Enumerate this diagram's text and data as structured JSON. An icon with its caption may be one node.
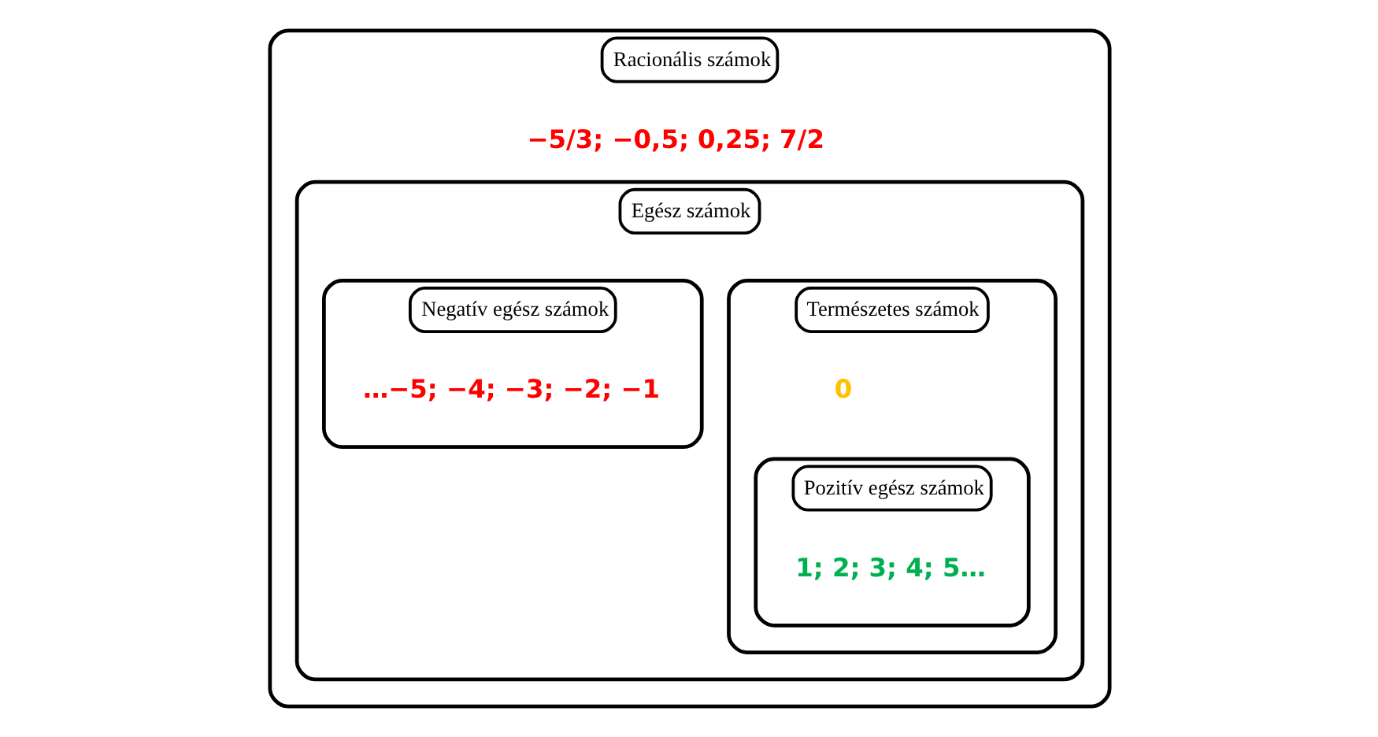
{
  "diagram": {
    "nodes": [
      {
        "text": [
          "Racionális számok",
          "−5/3; −0,5; 0,25; 7/2"
        ]
      },
      {
        "text": [
          "Egész számok"
        ],
        "in": 0
      },
      {
        "text": [
          "Negatív egész számok",
          "…−5; −4; −3; −2; −1"
        ],
        "in": 1
      },
      {
        "text": [
          "Természetes számok",
          "0"
        ],
        "in": 1
      },
      {
        "text": [
          "Pozitív egész számok",
          "1; 2; 3; 4; 5…"
        ],
        "in": 3
      }
    ]
  }
}
